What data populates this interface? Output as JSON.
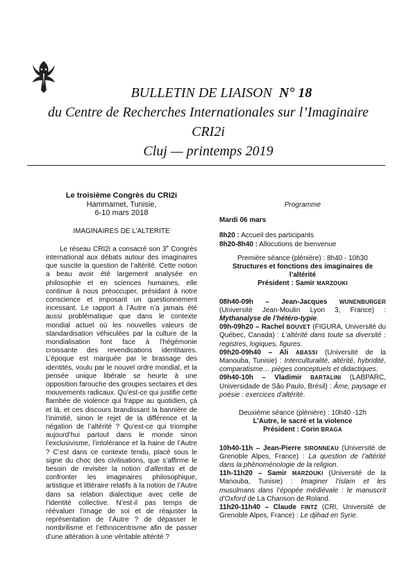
{
  "header": {
    "line1_a": "BULLETIN DE LIAISON",
    "line1_b": "N° 18",
    "line2": "du Centre de Recherches Internationales sur l’Imaginaire",
    "line3": "CRI2i",
    "line4": "Cluj — printemps 2019"
  },
  "left": {
    "congress_title": "Le troisième Congrès du CRI2i",
    "place": "Hammamet, Tunisie,",
    "dates": "6-10 mars 2018",
    "section_title": "IMAGINAIRES DE L’ALTERITE",
    "body_p1": "Le réseau CRI2i a consacré son 3",
    "body_sup": "e",
    "body_p2": " Congrès international aux débats autour des imaginaires que suscite la question de l’altérité. Cette notion a beau avoir été largement analysée en philosophie et en sciences humaines, elle continue à nous préoccuper, présidant à notre conscience et imposant un questionnement incessant. Le rapport à l’Autre n’a jamais été aussi problématique que dans le contexte mondial actuel où les nouvelles valeurs de standardisation véhiculées par la culture de la mondialisation font face à l’hégémonie croissante des revendications identitaires. L’époque est marquée par le brassage des identités, voulu par le nouvel ordre mondial, et la pensée unique libérale se heurte à une opposition farouche des groupes sectaires et des mouvements radicaux. Qu’est-ce qui justifie cette flambée de violence qui frappe au quotidien, çà et là, et ces discours brandissant la bannière de l’inimitié, sinon le rejet de la différence et la négation de l’altérité ? Qu’est-ce qui triomphe aujourd’hui partout dans le monde sinon l’exclusivisme, l’intolérance et la haine de l’Autre ? C’est dans ce contexte tendu, placé sous le signe du choc des civilisations, que s’affirme le besoin de revisiter la notion d’",
    "body_italic": "alteritas",
    "body_p3": " et de confronter les imaginaires philosophique, artistique et littéraire relatifs à la notion de l’Autre dans sa relation dialectique avec celle de l’identité collective. N’est-il pas temps de réévaluer l’image de soi et de réajuster la représentation de l’Autre ? de dépasser le nombrilisme et l’ethnocentrisme afin de passer d’une altération à une véritable altérité ?"
  },
  "right": {
    "programme": "Programme",
    "day": "Mardi 06 mars",
    "t1": "8h20 :",
    "t1_text": " Accueil des participants",
    "t2": "8h20-8h40 :",
    "t2_text": " Allocutions de bienvenue",
    "s1_label": "Première séance (plénière) : 8h40 - 10h30",
    "s1_title": "Structures et fonctions des imaginaires de l’altérité",
    "s1_president_label": "Président : Samir ",
    "s1_president_sc": "MARZOUKI",
    "e1_time": "08h40-09h – Jean-Jacques ",
    "e1_sc": "WUNENBURGER",
    "e1_aff": " (Université Jean-Moulin Lyon 3, France) : ",
    "e1_title": "Mythanalyse de l’hétéro-typie",
    "e1_end": ".",
    "e2_time": "09h-09h20 – Rachel ",
    "e2_sc": "BOUVET",
    "e2_aff": " (FIGURA, Université du Québec, Canada) : ",
    "e2_title": "L’altérité dans toute sa diversité : registres, logiques, figures",
    "e2_end": ".",
    "e3_time": "09h20-09h40 – Ali ",
    "e3_sc": "ABASSI",
    "e3_aff": " (Université de la Manouba, Tunisie) : ",
    "e3_title": "Interculturalité, altérité, hybridité, comparatisme… pièges conceptuels et didactiques",
    "e3_end": ".",
    "e4_time": "09h40-10h – Vladimir ",
    "e4_sc": "BARTALINI",
    "e4_aff": " (LABPARC, Universidade de São Paulo, Brésil) : ",
    "e4_title": "Âme, paysage et poésie : exercices d’altérité",
    "e4_end": ".",
    "s2_label": "Deuxième séance (plénière) : 10h40 -12h",
    "s2_title": "L’Autre, le sacré et la violence",
    "s2_president_label": "Président : Corin ",
    "s2_president_sc": "BRAGA",
    "e5_time": "10h40-11h – Jean-Pierre ",
    "e5_sc": "SIRONNEAU",
    "e5_aff": " (Université de Grenoble Alpes, France) : ",
    "e5_title": "La question de l’altérité dans la phénoménologie de la religion",
    "e5_end": ".",
    "e6_time": "11h-11h20 – Samir ",
    "e6_sc": "MARZOUKI",
    "e6_aff": " (Université de la Manouba, Tunisie) : ",
    "e6_title": "Imaginer l’islam et les musulmans dans l’épopée médiévale : le manuscrit d’Oxford",
    "e6_aff2": " de La Chanson de Roland.",
    "e7_time": "11h20-11h40 – Claude ",
    "e7_sc": "FINTZ",
    "e7_aff": " (CRI, Université de Grenoble Alpes, France) : ",
    "e7_title": "Le djihad en Syrie",
    "e7_end": "."
  }
}
